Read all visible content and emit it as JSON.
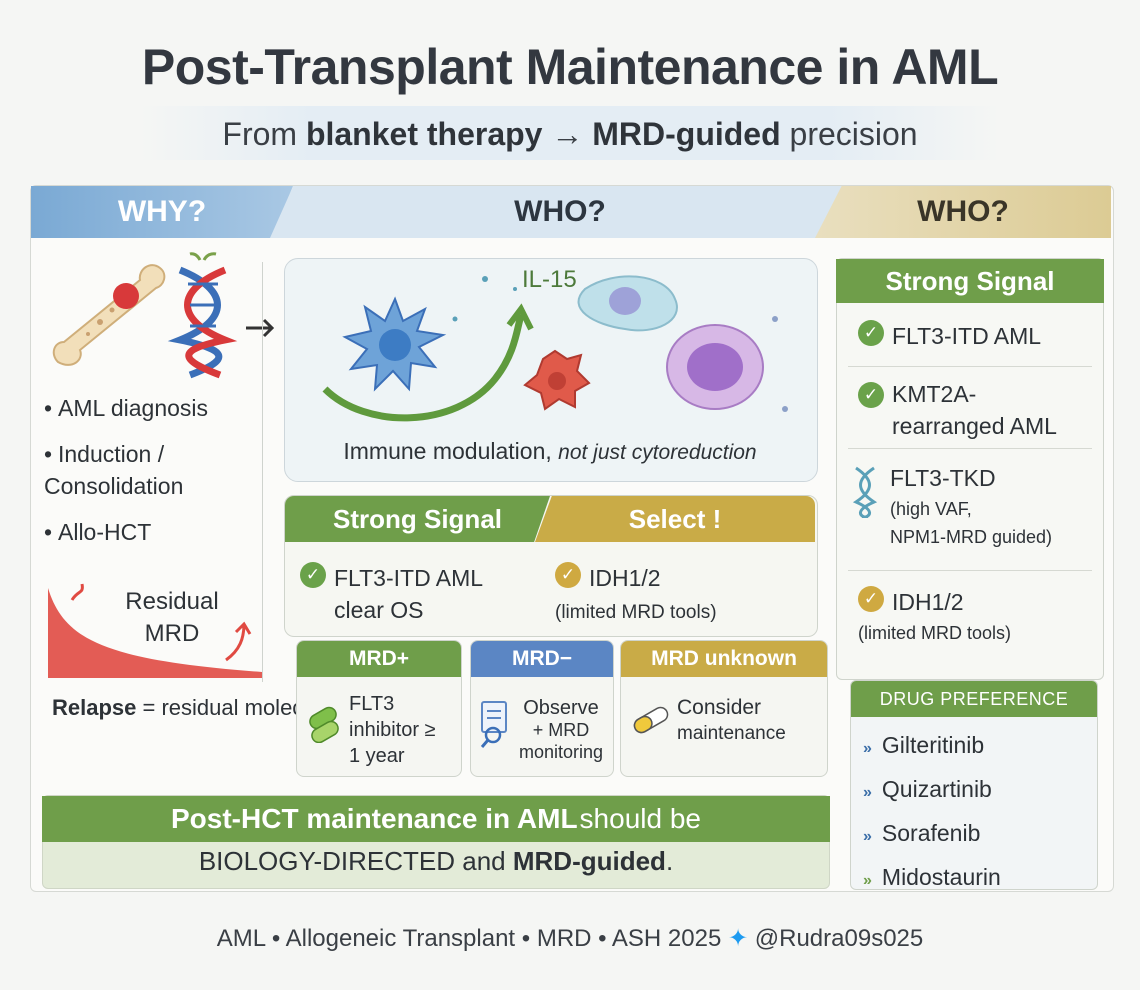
{
  "title": "Post-Transplant Maintenance in AML",
  "subtitle": {
    "pre": "From ",
    "b1": "blanket therapy",
    "arrow": " → ",
    "b2": "MRD-guided",
    "post": " precision"
  },
  "headers": {
    "why": "WHY?",
    "who1": "WHO?",
    "who2": "WHO?"
  },
  "why": {
    "bullets": [
      "AML diagnosis",
      "Induction / Consolidation",
      "Allo-HCT"
    ],
    "residual": "Residual MRD",
    "relapse_bold": "Relapse",
    "relapse_rest": " = residual molecular disease"
  },
  "immune": {
    "il15": "IL-15",
    "text_main": "Immune modulation, ",
    "text_italic": "not just cytoreduction"
  },
  "signal_box": {
    "h1": "Strong Signal",
    "h2": "Select !",
    "c1": "FLT3-ITD AML clear OS",
    "c2_main": "IDH1/2",
    "c2_small": "(limited MRD tools)"
  },
  "mrd": {
    "pos": {
      "label": "MRD+",
      "text": "FLT3 inhibitor ≥ 1 year"
    },
    "neg": {
      "label": "MRD−",
      "line1": "Observe",
      "line2": "+ MRD",
      "line3": "monitoring"
    },
    "unk": {
      "label": "MRD unknown",
      "line1": "Consider",
      "line2": "maintenance"
    }
  },
  "conclusion": {
    "t1": "Post-HCT maintenance in AML",
    "t2": " should be",
    "b1": "BIOLOGY-DIRECTED",
    "mid": " and ",
    "b2": "MRD-guided",
    "end": "."
  },
  "right": {
    "header": "Strong Signal",
    "i1": "FLT3-ITD AML",
    "i2a": "KMT2A-",
    "i2b": "rearranged AML",
    "i3": "FLT3-TKD",
    "i3s1": "(high  VAF,",
    "i3s2": "NPM1-MRD guided)",
    "i4": "IDH1/2",
    "i4s": "(limited MRD tools)"
  },
  "drug": {
    "header": "DRUG PREFERENCE",
    "items": [
      "Gilteritinib",
      "Quizartinib",
      "Sorafenib",
      "Midostaurin"
    ]
  },
  "footer": {
    "text": "AML • Allogeneic Transplant • MRD • ASH 2025 ",
    "handle": "@Rudra09s025"
  },
  "colors": {
    "green": "#6f9e4a",
    "gold": "#c9ab47",
    "blue": "#5b86c4",
    "red": "#e04a42"
  }
}
